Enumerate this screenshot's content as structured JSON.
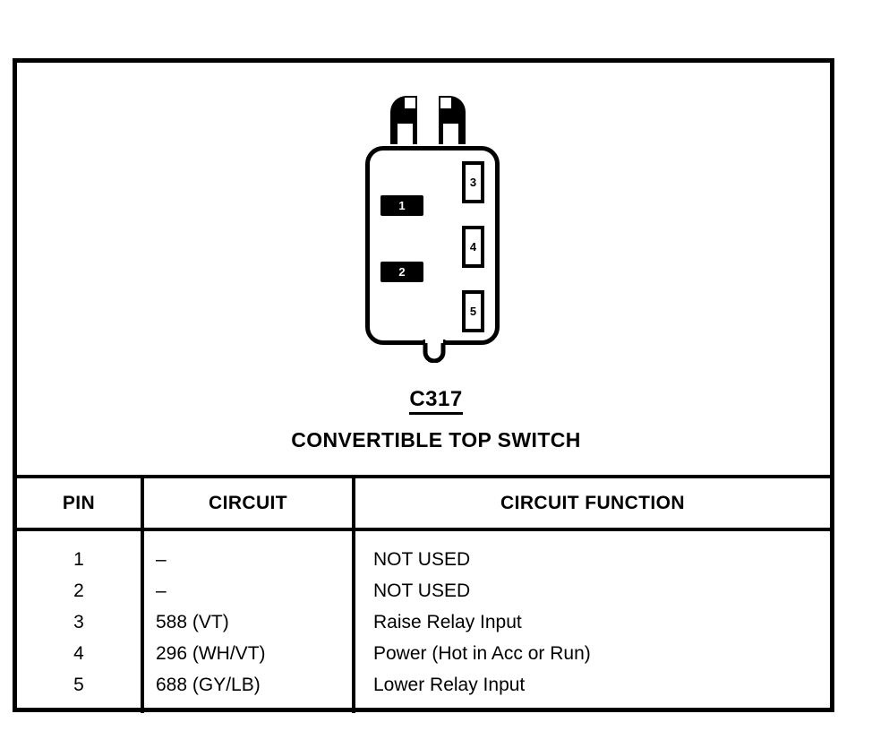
{
  "figure": {
    "connector_label": "C317",
    "connector_name": "CONVERTIBLE TOP SWITCH",
    "cavities": [
      {
        "number": "1",
        "style": "filled"
      },
      {
        "number": "2",
        "style": "filled"
      },
      {
        "number": "3",
        "style": "open"
      },
      {
        "number": "4",
        "style": "open"
      },
      {
        "number": "5",
        "style": "open"
      }
    ]
  },
  "table": {
    "headers": {
      "pin": "PIN",
      "circuit": "CIRCUIT",
      "function": "CIRCUIT FUNCTION"
    },
    "rows": [
      {
        "pin": "1",
        "circuit": "–",
        "function": "NOT USED"
      },
      {
        "pin": "2",
        "circuit": "–",
        "function": "NOT USED"
      },
      {
        "pin": "3",
        "circuit": "588 (VT)",
        "function": "Raise Relay Input"
      },
      {
        "pin": "4",
        "circuit": "296 (WH/VT)",
        "function": "Power (Hot in Acc or Run)"
      },
      {
        "pin": "5",
        "circuit": "688 (GY/LB)",
        "function": "Lower Relay Input"
      }
    ]
  },
  "colors": {
    "ink": "#000000",
    "paper": "#ffffff"
  }
}
